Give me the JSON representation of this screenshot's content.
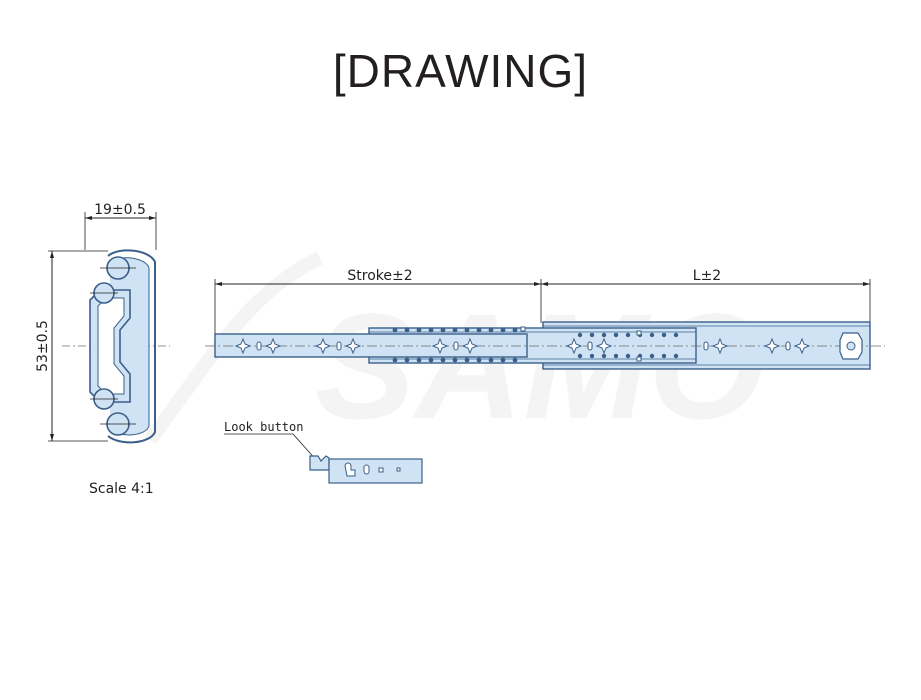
{
  "header": {
    "title": "[DRAWING]"
  },
  "watermark": {
    "text": "SAMO"
  },
  "section_view": {
    "width_dim": "19±0.5",
    "height_dim": "53±0.5",
    "scale": "Scale 4:1"
  },
  "side_view": {
    "stroke_dim": "Stroke±2",
    "length_dim": "L±2"
  },
  "detail": {
    "label": "Look button"
  },
  "colors": {
    "rail_fill": "#cfe3f4",
    "rail_stroke": "#3a5f8a",
    "line": "#231f20",
    "watermark": "#e8e8e8"
  }
}
